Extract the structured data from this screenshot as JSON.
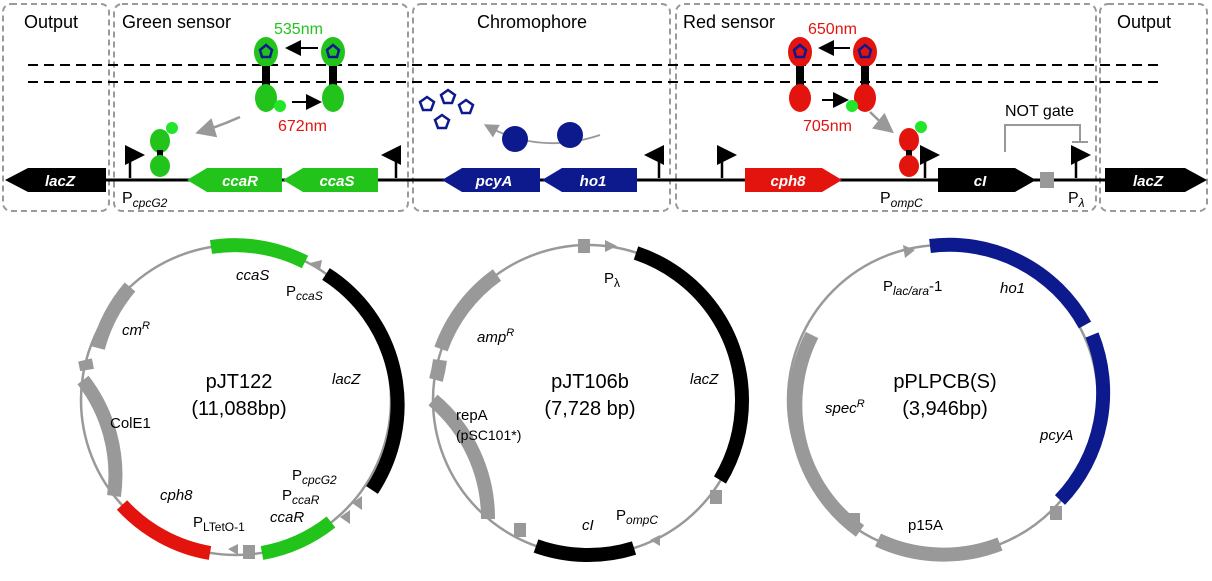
{
  "colors": {
    "green": "#22c41c",
    "red": "#e3140d",
    "navy": "#0d1a8e",
    "black": "#000000",
    "gray": "#999999",
    "dash": "#9a9a9a"
  },
  "top": {
    "panels": {
      "output_left": "Output",
      "green_sensor": "Green sensor",
      "chromophore": "Chromophore",
      "red_sensor": "Red sensor",
      "output_right": "Output"
    },
    "genes": {
      "lacZ_left": "lacZ",
      "ccaR": "ccaR",
      "ccaS": "ccaS",
      "pcyA": "pcyA",
      "ho1": "ho1",
      "cph8": "cph8",
      "cI": "cI",
      "lacZ_right": "lacZ"
    },
    "promoters": {
      "cpcG2_main": "P",
      "cpcG2_sub": "cpcG2",
      "ompC_main": "P",
      "ompC_sub": "ompC",
      "lambda_main": "P",
      "lambda_sub": "λ"
    },
    "wavelengths": {
      "g535": "535nm",
      "g672": "672nm",
      "r650": "650nm",
      "r705": "705nm"
    },
    "not_gate": "NOT gate"
  },
  "plasmids": [
    {
      "name": "pJT122",
      "size": "(11,088bp)",
      "labels": {
        "ccaS": "ccaS",
        "PccaS_main": "P",
        "PccaS_sub": "ccaS",
        "cmR_main": "cm",
        "cmR_sup": "R",
        "lacZ": "lacZ",
        "ColE1": "ColE1",
        "cph8": "cph8",
        "PcpcG2_main": "P",
        "PcpcG2_sub": "cpcG2",
        "PccaR_main": "P",
        "PccaR_sub": "ccaR",
        "ccaR": "ccaR",
        "PLTetO_main": "P",
        "PLTetO_sub": "LTetO-1"
      }
    },
    {
      "name": "pJT106b",
      "size": "(7,728 bp)",
      "labels": {
        "Plambda_main": "P",
        "Plambda_sub": "λ",
        "ampR_main": "amp",
        "ampR_sup": "R",
        "lacZ": "lacZ",
        "repA": "repA",
        "pSC101": "(pSC101*)",
        "PompC_main": "P",
        "PompC_sub": "ompC",
        "cI": "cI"
      }
    },
    {
      "name": "pPLPCB(S)",
      "size": "(3,946bp)",
      "labels": {
        "Plac_main": "P",
        "Plac_sub": "lac/ara",
        "Plac_tail": "-1",
        "ho1": "ho1",
        "specR_main": "spec",
        "specR_sup": "R",
        "pcyA": "pcyA",
        "p15A": "p15A"
      }
    }
  ]
}
